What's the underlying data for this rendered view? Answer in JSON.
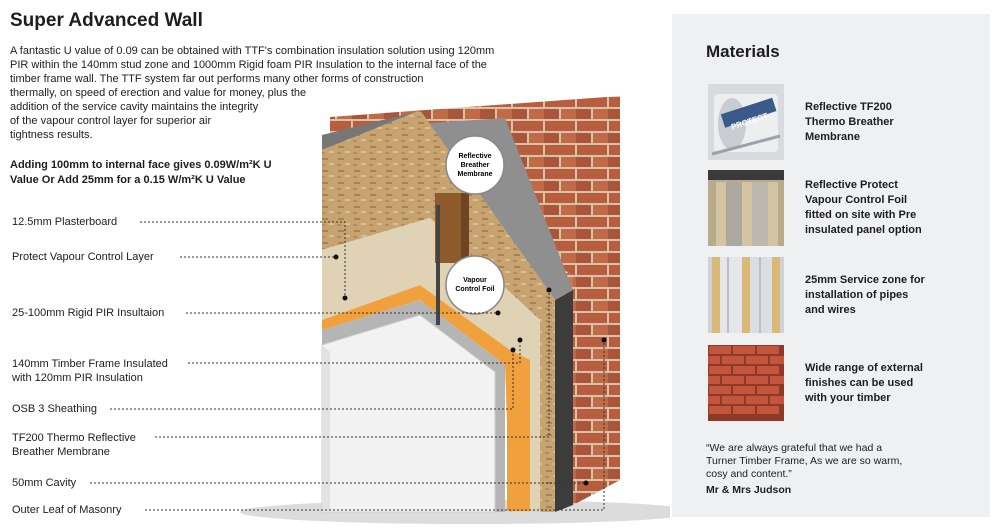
{
  "title": "Super Advanced Wall",
  "intro_lines": [
    "A fantastic U value of 0.09 can be obtained with  TTF's combination insulation solution using 120mm",
    "PIR within the 140mm stud zone and 1000mm Rigid foam PIR Insulation to the internal face of the",
    "timber frame wall. The TTF system far out performs many other forms of construction",
    "thermally, on speed of erection and value for money, plus the",
    "addition of the service cavity maintains the integrity",
    "of the vapour control layer for superior air",
    "tightness results."
  ],
  "highlight_lines": [
    "Adding 100mm to internal face gives 0.09W/m²K U",
    "Value Or Add 25mm for a 0.15 W/m²K U Value"
  ],
  "layer_labels": [
    {
      "lines": [
        "12.5mm Plasterboard"
      ]
    },
    {
      "lines": [
        "Protect Vapour Control Layer"
      ]
    },
    {
      "lines": [
        "25-100mm Rigid PIR Insultaion"
      ]
    },
    {
      "lines": [
        "140mm Timber Frame Insulated",
        "with 120mm PIR Insulation"
      ]
    },
    {
      "lines": [
        "OSB 3 Sheathing"
      ]
    },
    {
      "lines": [
        "TF200 Thermo Reflective",
        "Breather Membrane"
      ]
    },
    {
      "lines": [
        "50mm Cavity"
      ]
    },
    {
      "lines": [
        "Outer Leaf of Masonry"
      ]
    }
  ],
  "callouts": {
    "breather": [
      "Reflective",
      "Breather",
      "Membrane"
    ],
    "vapour": [
      "Vapour",
      "Control Foil"
    ]
  },
  "materials": {
    "title": "Materials",
    "items": [
      {
        "lines": [
          "Reflective TF200",
          "Thermo Breather",
          "Membrane"
        ],
        "thumb_text": "PROTECT",
        "icon": "membrane-roll-photo"
      },
      {
        "lines": [
          "Reflective Protect",
          "Vapour Control Foil",
          "fitted on site with Pre",
          "insulated panel option"
        ],
        "icon": "vapour-foil-photo"
      },
      {
        "lines": [
          "25mm Service zone for",
          "installation of pipes",
          "and wires"
        ],
        "icon": "service-zone-photo"
      },
      {
        "lines": [
          "Wide range of external",
          "finishes can be used",
          "with your timber"
        ],
        "icon": "brick-wall-photo"
      }
    ]
  },
  "testimonial": {
    "lines": [
      "“We are always grateful that we had a",
      "Turner Timber Frame, As we are so warm,",
      "cosy and content.”"
    ],
    "author": "Mr & Mrs Judson"
  },
  "colors": {
    "brick": "#b65e3e",
    "mortar": "#d9c2a9",
    "osb": "#c7a372",
    "pir": "#f0a13d",
    "plasterboard": "#f2f2f2",
    "foil": "#9a9a9a",
    "panel": "#eff0f2"
  }
}
